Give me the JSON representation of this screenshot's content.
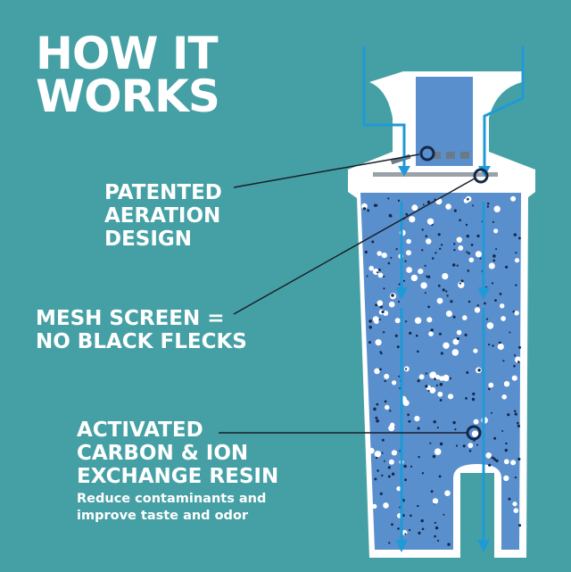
{
  "title": {
    "line1": "HOW IT",
    "line2": "WORKS"
  },
  "callouts": [
    {
      "lines": [
        "PATENTED",
        "AERATION",
        "DESIGN"
      ]
    },
    {
      "lines": [
        "MESH SCREEN =",
        "NO BLACK FLECKS"
      ]
    },
    {
      "lines": [
        "ACTIVATED",
        "CARBON & ION",
        "EXCHANGE RESIN"
      ],
      "sub": [
        "Reduce contaminants and",
        "improve taste and odor"
      ]
    }
  ],
  "colors": {
    "background": "#45a0a5",
    "filter_outline": "#ffffff",
    "filter_media": "#5a8fce",
    "water_flow": "#1f9ad6",
    "dark_dot": "#14284a",
    "light_dot": "#ffffff"
  }
}
